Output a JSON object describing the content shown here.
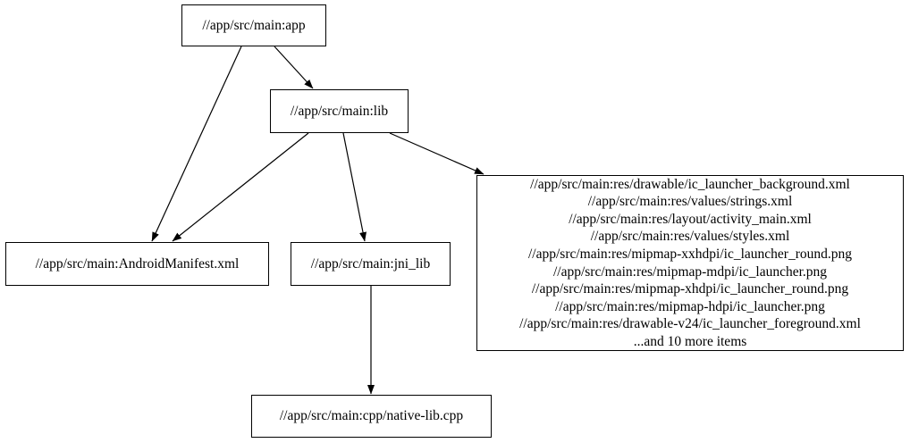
{
  "diagram": {
    "type": "dependency-graph",
    "colors": {
      "background": "#ffffff",
      "node_border": "#000000",
      "text": "#000000",
      "edge": "#000000"
    },
    "nodes": {
      "app": {
        "label": "//app/src/main:app"
      },
      "lib": {
        "label": "//app/src/main:lib"
      },
      "manifest": {
        "label": "//app/src/main:AndroidManifest.xml"
      },
      "jni_lib": {
        "label": "//app/src/main:jni_lib"
      },
      "res": {
        "lines": [
          "//app/src/main:res/drawable/ic_launcher_background.xml",
          "//app/src/main:res/values/strings.xml",
          "//app/src/main:res/layout/activity_main.xml",
          "//app/src/main:res/values/styles.xml",
          "//app/src/main:res/mipmap-xxhdpi/ic_launcher_round.png",
          "//app/src/main:res/mipmap-mdpi/ic_launcher.png",
          "//app/src/main:res/mipmap-xhdpi/ic_launcher_round.png",
          "//app/src/main:res/mipmap-hdpi/ic_launcher.png",
          "//app/src/main:res/drawable-v24/ic_launcher_foreground.xml",
          "...and 10 more items"
        ]
      },
      "cpp": {
        "label": "//app/src/main:cpp/native-lib.cpp"
      }
    },
    "edges": [
      {
        "from": "app",
        "to": "lib"
      },
      {
        "from": "app",
        "to": "manifest"
      },
      {
        "from": "lib",
        "to": "manifest"
      },
      {
        "from": "lib",
        "to": "jni_lib"
      },
      {
        "from": "lib",
        "to": "res"
      },
      {
        "from": "jni_lib",
        "to": "cpp"
      }
    ]
  }
}
